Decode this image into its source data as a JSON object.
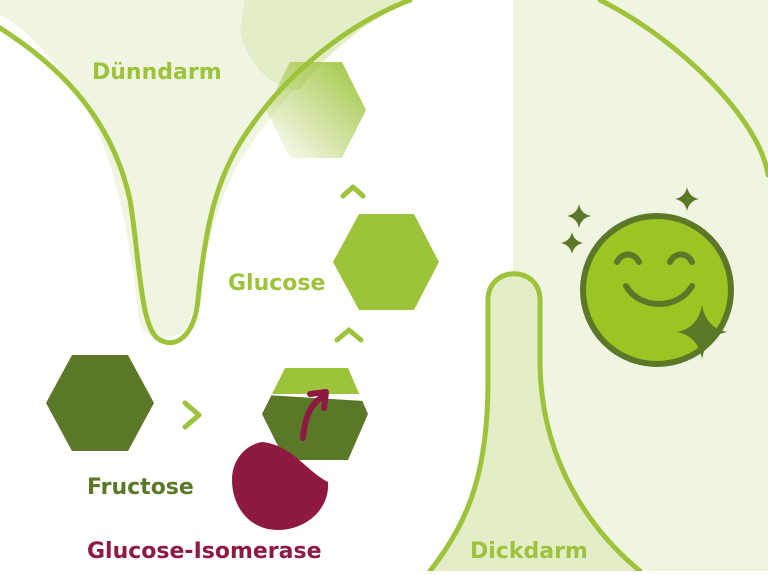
{
  "labels": {
    "small_intestine": "Dünndarm",
    "large_intestine": "Dickdarm",
    "glucose": "Glucose",
    "fructose": "Fructose",
    "enzyme": "Glucose-Isomerase"
  },
  "colors": {
    "light_green": "#9dc33b",
    "dark_green": "#5b7828",
    "pale_green": "#f0f5e1",
    "tint_green": "#e3edc8",
    "enzyme_red": "#8e1a43",
    "smiley_fill": "#9dc423",
    "smiley_line": "#5b7828",
    "white": "#ffffff"
  },
  "icons": {
    "arrow": "chevron-icon",
    "enzyme": "pacman-enzyme-icon",
    "smiley": "happy-face-icon",
    "sparkle": "sparkle-icon"
  }
}
